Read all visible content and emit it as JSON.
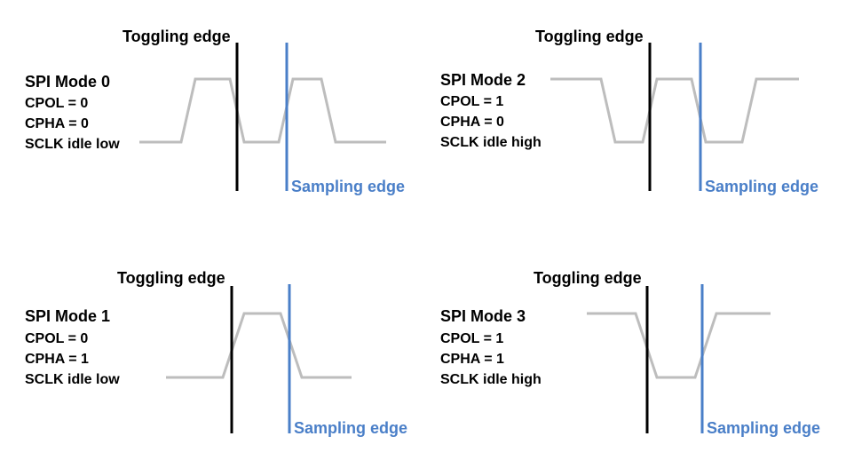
{
  "colors": {
    "toggling_edge": "#000000",
    "sampling_edge": "#4a7fc8",
    "waveform": "#bdbdbd",
    "background": "#ffffff"
  },
  "modes": [
    {
      "title": "SPI Mode 0",
      "cpol": "CPOL = 0",
      "cpha": "CPHA = 0",
      "idle": "SCLK idle low",
      "toggling_label": "Toggling edge",
      "sampling_label": "Sampling edge"
    },
    {
      "title": "SPI Mode 2",
      "cpol": "CPOL = 1",
      "cpha": "CPHA = 0",
      "idle": "SCLK idle high",
      "toggling_label": "Toggling edge",
      "sampling_label": "Sampling edge"
    },
    {
      "title": "SPI Mode 1",
      "cpol": "CPOL = 0",
      "cpha": "CPHA = 1",
      "idle": "SCLK idle low",
      "toggling_label": "Toggling edge",
      "sampling_label": "Sampling edge"
    },
    {
      "title": "SPI Mode 3",
      "cpol": "CPOL = 1",
      "cpha": "CPHA = 1",
      "idle": "SCLK idle high",
      "toggling_label": "Toggling edge",
      "sampling_label": "Sampling edge"
    }
  ]
}
